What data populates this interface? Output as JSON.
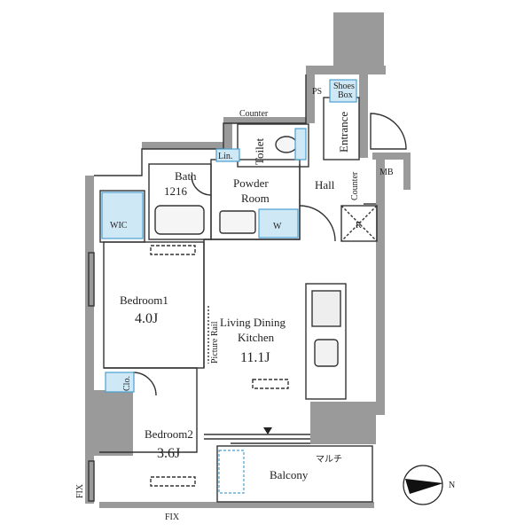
{
  "rooms": {
    "bedroom1": {
      "name": "Bedroom1",
      "size": "4.0J"
    },
    "bedroom2": {
      "name": "Bedroom2",
      "size": "3.6J"
    },
    "ldk": {
      "name_line1": "Living Dining",
      "name_line2": "Kitchen",
      "size": "11.1J"
    },
    "bath": {
      "name": "Bath",
      "size": "1216"
    },
    "powder": {
      "line1": "Powder",
      "line2": "Room"
    },
    "toilet": "Toilet",
    "hall": "Hall",
    "entrance": "Entrance",
    "balcony": "Balcony",
    "wic": "WIC"
  },
  "labels": {
    "counter_top": "Counter",
    "counter_hall": "Counter",
    "ps": "PS",
    "shoes_line1": "Shoes",
    "shoes_line2": "Box",
    "mb": "MB",
    "lin": "Lin.",
    "w": "W",
    "r": "R",
    "clo": "Clo.",
    "picture_rail": "Picture Rail",
    "fix_left": "FIX",
    "fix_bottom": "FIX",
    "maruchi": "マルチ",
    "north": "N"
  },
  "colors": {
    "wall": "#9a9a9a",
    "line": "#333333",
    "fixture": "#cfe8f5",
    "fixture_stroke": "#4aa0d0"
  }
}
